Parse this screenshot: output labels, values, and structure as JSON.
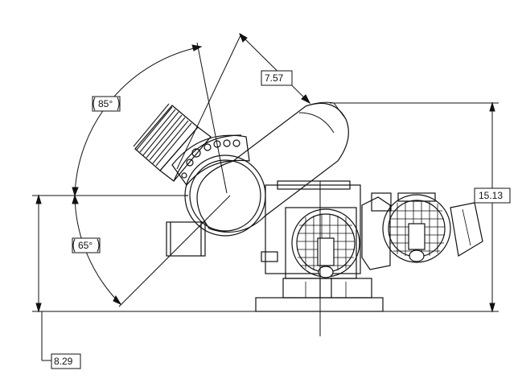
{
  "dimensions": {
    "upper_angle": "85°",
    "lower_angle": "65°",
    "reach": "7.57",
    "height": "15.13",
    "depth": "8.29"
  },
  "colors": {
    "line": "#111111",
    "background": "#ffffff"
  }
}
